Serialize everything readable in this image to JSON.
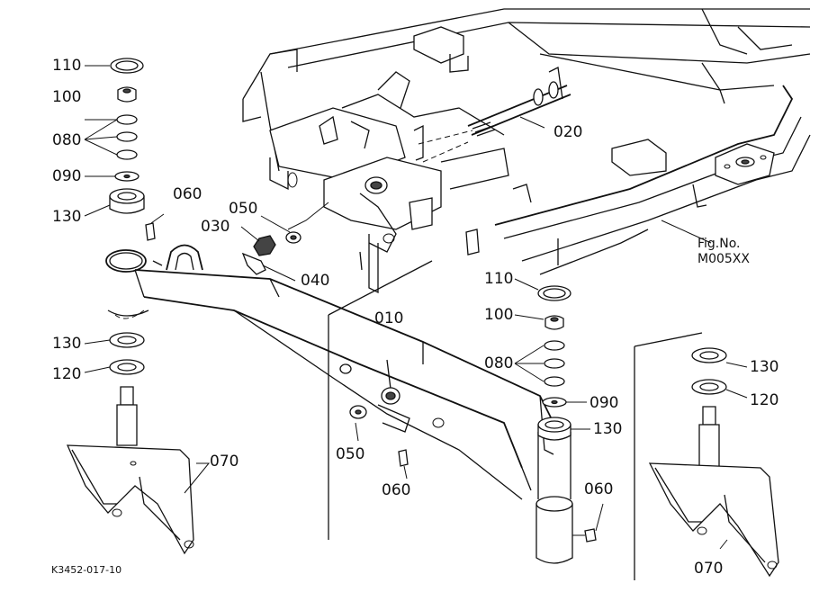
{
  "diagram": {
    "figure_ref": [
      "Fig.No.",
      "M005XX"
    ],
    "drawing_id": "K3452-017-10",
    "callouts": [
      {
        "id": "c110a",
        "text": "110"
      },
      {
        "id": "c100a",
        "text": "100"
      },
      {
        "id": "c080a",
        "text": "080"
      },
      {
        "id": "c090a",
        "text": "090"
      },
      {
        "id": "c130a",
        "text": "130"
      },
      {
        "id": "c060a",
        "text": "060"
      },
      {
        "id": "c050a",
        "text": "050"
      },
      {
        "id": "c030",
        "text": "030"
      },
      {
        "id": "c040",
        "text": "040"
      },
      {
        "id": "c020",
        "text": "020"
      },
      {
        "id": "c010",
        "text": "010"
      },
      {
        "id": "c110b",
        "text": "110"
      },
      {
        "id": "c100b",
        "text": "100"
      },
      {
        "id": "c080b",
        "text": "080"
      },
      {
        "id": "c090b",
        "text": "090"
      },
      {
        "id": "c130b",
        "text": "130"
      },
      {
        "id": "c130c",
        "text": "130"
      },
      {
        "id": "c120a",
        "text": "120"
      },
      {
        "id": "c130d",
        "text": "130"
      },
      {
        "id": "c120b",
        "text": "120"
      },
      {
        "id": "c050b",
        "text": "050"
      },
      {
        "id": "c060b",
        "text": "060"
      },
      {
        "id": "c060c",
        "text": "060"
      },
      {
        "id": "c070a",
        "text": "070"
      },
      {
        "id": "c070b",
        "text": "070"
      }
    ]
  }
}
